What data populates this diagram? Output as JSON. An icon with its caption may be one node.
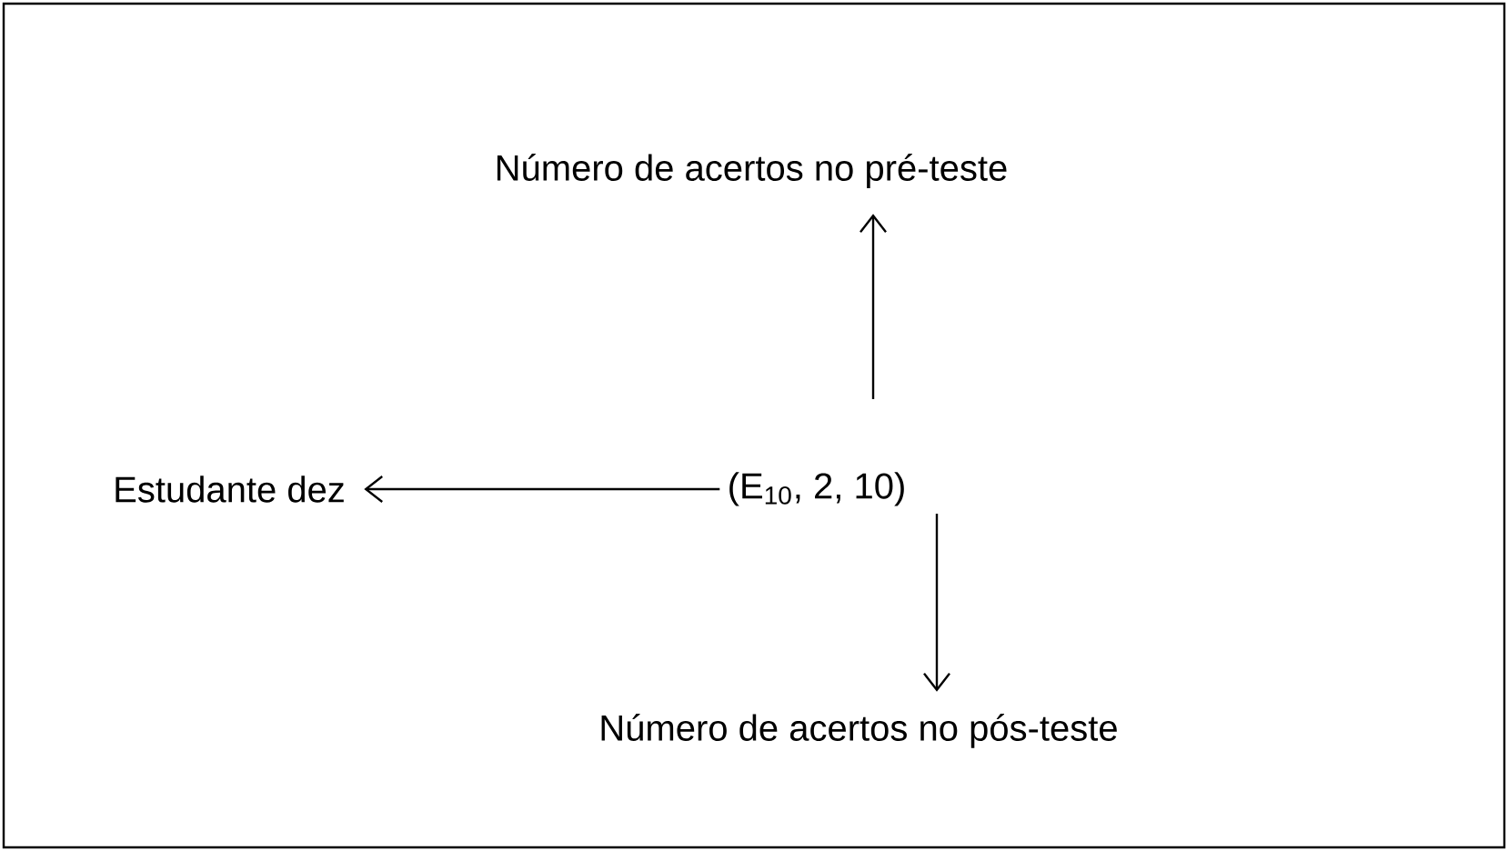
{
  "diagram": {
    "nodes": [
      {
        "text": [
          "(E$_{10}$, 2, 10)"
        ]
      },
      {
        "text": [
          "Número de acertos no pré-teste"
        ]
      },
      {
        "text": [
          "Estudante dez"
        ]
      },
      {
        "text": [
          "Número de acertos no pós-teste"
        ]
      }
    ],
    "edges": [
      {
        "from": 0,
        "to": 1,
        "arrow": "to"
      },
      {
        "from": 0,
        "to": 2,
        "arrow": "to"
      },
      {
        "from": 0,
        "to": 3,
        "arrow": "to"
      }
    ]
  }
}
